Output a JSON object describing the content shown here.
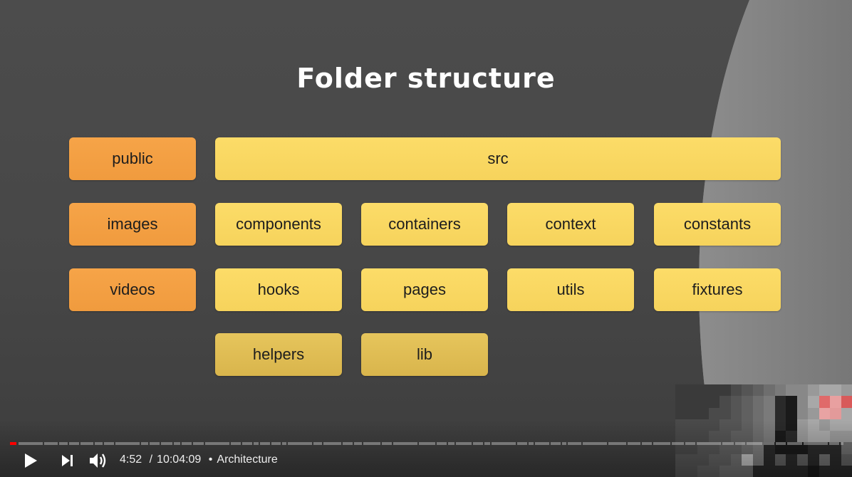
{
  "slide": {
    "title": "Folder structure",
    "colors": {
      "public_assets": "#f4a245",
      "src_folders": "#fbd866",
      "dim_folders": "#e0bd54",
      "background": "#4a4a4a"
    },
    "public_column": [
      "public",
      "images",
      "videos"
    ],
    "src_label": "src",
    "src_folders_row1": [
      "components",
      "containers",
      "context",
      "constants"
    ],
    "src_folders_row2": [
      "hooks",
      "pages",
      "utils",
      "fixtures"
    ],
    "src_folders_row3": [
      "helpers",
      "lib"
    ]
  },
  "player": {
    "play_icon": "play-icon",
    "next_icon": "skip-next-icon",
    "volume_icon": "volume-icon",
    "current_time": "4:52",
    "separator": "/",
    "duration": "10:04:09",
    "bullet": "•",
    "chapter": "Architecture",
    "progress_fraction": 0.008
  }
}
